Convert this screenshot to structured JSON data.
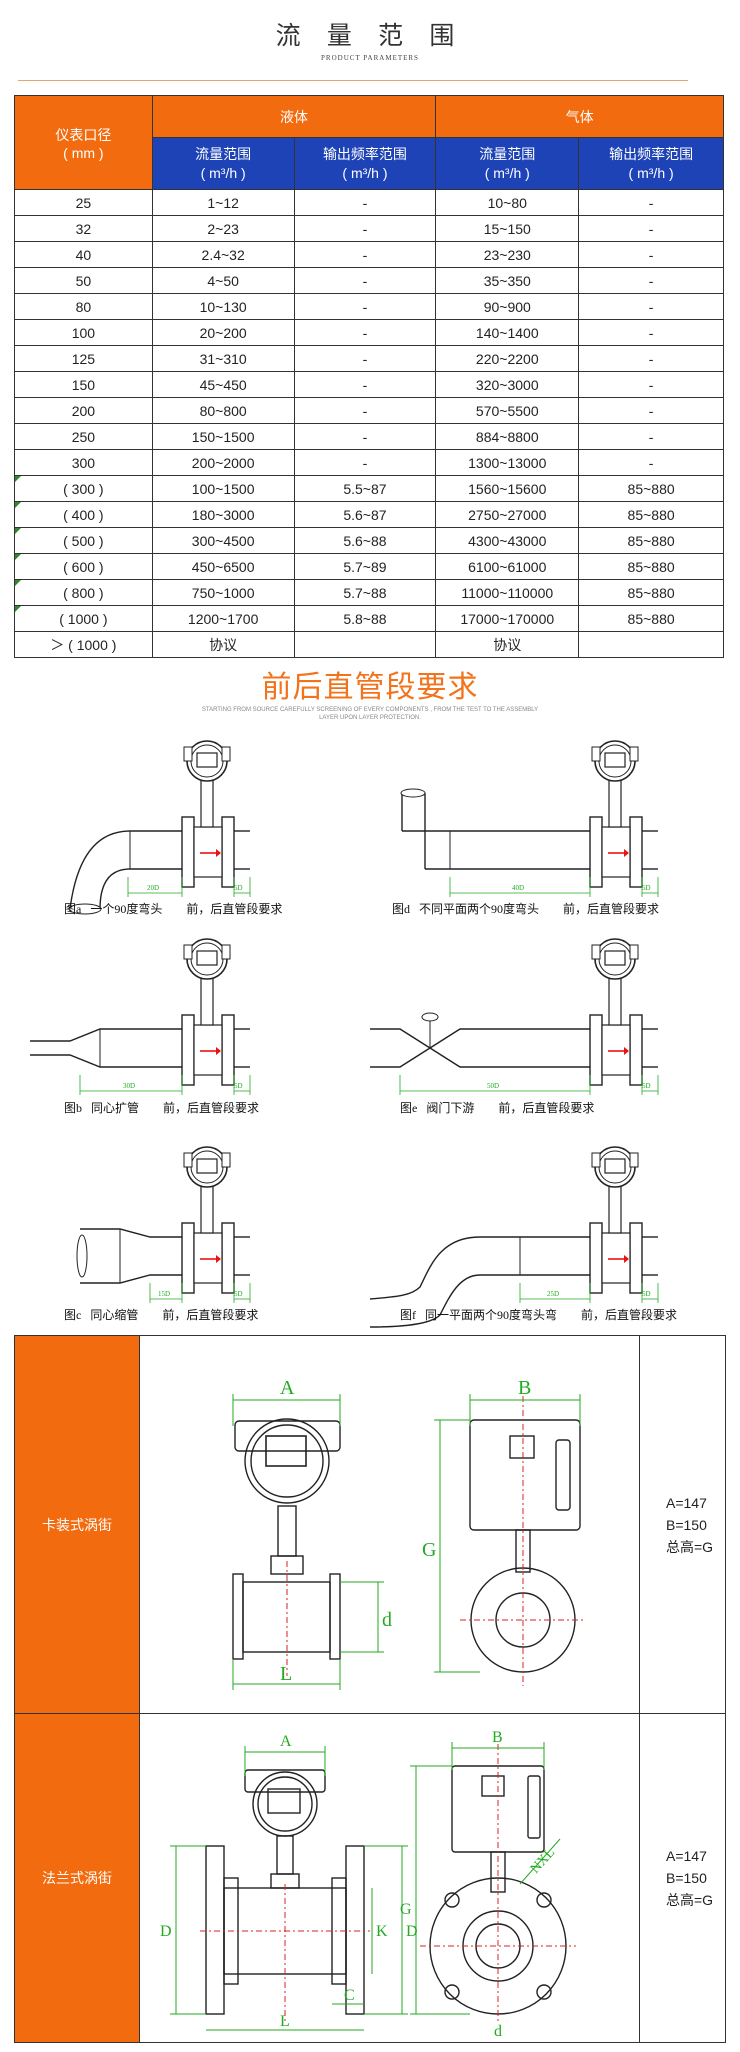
{
  "title": {
    "cn": "流 量 范 围",
    "en": "PRODUCT PARAMETERS"
  },
  "flow_table": {
    "header": {
      "diameter": "仪表口径",
      "diameter_unit": "( mm )",
      "liquid": "液体",
      "gas": "气体",
      "flow_range": "流量范围",
      "freq_range": "输出频率范围",
      "unit": "( m³/h )"
    },
    "rows": [
      [
        "25",
        "1~12",
        "-",
        "10~80",
        "-"
      ],
      [
        "32",
        "2~23",
        "-",
        "15~150",
        "-"
      ],
      [
        "40",
        "2.4~32",
        "-",
        "23~230",
        "-"
      ],
      [
        "50",
        "4~50",
        "-",
        "35~350",
        "-"
      ],
      [
        "80",
        "10~130",
        "-",
        "90~900",
        "-"
      ],
      [
        "100",
        "20~200",
        "-",
        "140~1400",
        "-"
      ],
      [
        "125",
        "31~310",
        "-",
        "220~2200",
        "-"
      ],
      [
        "150",
        "45~450",
        "-",
        "320~3000",
        "-"
      ],
      [
        "200",
        "80~800",
        "-",
        "570~5500",
        "-"
      ],
      [
        "250",
        "150~1500",
        "-",
        "884~8800",
        "-"
      ],
      [
        "300",
        "200~2000",
        "-",
        "1300~13000",
        "-"
      ],
      [
        "( 300 )",
        "100~1500",
        "5.5~87",
        "1560~15600",
        "85~880"
      ],
      [
        "( 400 )",
        "180~3000",
        "5.6~87",
        "2750~27000",
        "85~880"
      ],
      [
        "( 500 )",
        "300~4500",
        "5.6~88",
        "4300~43000",
        "85~880"
      ],
      [
        "( 600 )",
        "450~6500",
        "5.7~89",
        "6100~61000",
        "85~880"
      ],
      [
        "( 800 )",
        "750~1000",
        "5.7~88",
        "11000~110000",
        "85~880"
      ],
      [
        "( 1000 )",
        "1200~1700",
        "5.8~88",
        "17000~170000",
        "85~880"
      ]
    ],
    "last_row": {
      "diameter": "＞ ( 1000 )",
      "liquid": "协议",
      "gas": "协议"
    }
  },
  "pipe_section": {
    "title": "前后直管段要求",
    "subtitle1": "STARTING FROM SOURCE CAREFULLY SCREENING OF EVERY COMPONENTS , FROM THE TEST TO THE ASSEMBLY",
    "subtitle2": "LAYER UPON LAYER PROTECTION.",
    "diagrams": [
      {
        "caption": "图a   一个90度弯头        前，后直管段要求",
        "up": "20D",
        "down": "5D"
      },
      {
        "caption": "图d   不同平面两个90度弯头        前，后直管段要求",
        "up": "40D",
        "down": "5D"
      },
      {
        "caption": "图b   同心扩管        前，后直管段要求",
        "up": "30D",
        "down": "5D"
      },
      {
        "caption": "图e   阀门下游        前，后直管段要求",
        "up": "50D",
        "down": "5D"
      },
      {
        "caption": "图c   同心缩管        前，后直管段要求",
        "up": "15D",
        "down": "5D"
      },
      {
        "caption": "图f   同一平面两个90度弯头弯        前，后直管段要求",
        "up": "25D",
        "down": "5D"
      }
    ]
  },
  "dimensions": [
    {
      "type": "卡装式涡街",
      "labels": {
        "A": "A",
        "B": "B",
        "G": "G",
        "d": "d",
        "L": "L"
      },
      "values": [
        "A=147",
        "B=150",
        "总高=G"
      ]
    },
    {
      "type": "法兰式涡街",
      "labels": {
        "A": "A",
        "B": "B",
        "G": "G",
        "D": "D",
        "K": "K",
        "d": "d",
        "L": "L",
        "C": "C",
        "NXL": "NXL"
      },
      "values": [
        "A=147",
        "B=150",
        "总高=G"
      ]
    }
  ]
}
